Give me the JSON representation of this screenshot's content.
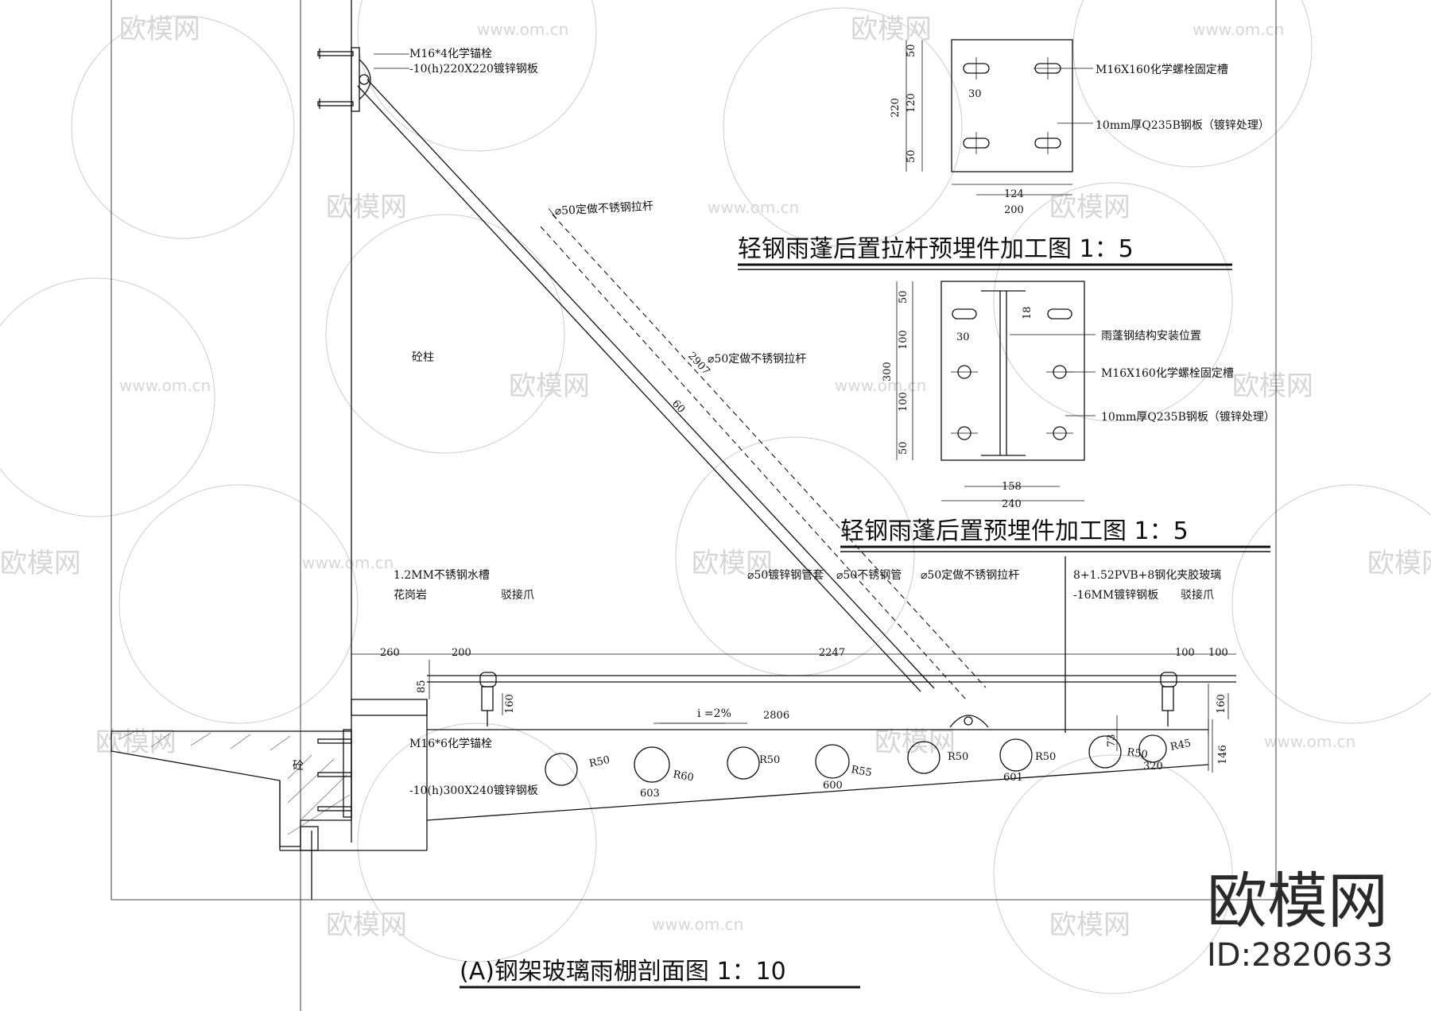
{
  "titles": {
    "plate1": "轻钢雨蓬后置拉杆预埋件加工图 1：5",
    "plate2": "轻钢雨蓬后置预埋件加工图 1：5",
    "section": "(A)钢架玻璃雨棚剖面图 1：10"
  },
  "plate1": {
    "dims": {
      "d50a": "50",
      "d120": "120",
      "d50b": "50",
      "d220": "220",
      "d30": "30",
      "d124": "124",
      "d200": "200"
    },
    "labels": {
      "bolt": "M16X160化学螺栓固定槽",
      "plate": "10mm厚Q235B钢板（镀锌处理）"
    }
  },
  "plate2": {
    "dims": {
      "d50a": "50",
      "d100a": "100",
      "d100b": "100",
      "d50b": "50",
      "d300": "300",
      "d30": "30",
      "d18": "18",
      "d158": "158",
      "d240": "240"
    },
    "labels": {
      "pos": "雨蓬钢结构安装位置",
      "bolt": "M16X160化学螺栓固定槽",
      "plate": "10mm厚Q235B钢板（镀锌处理）"
    }
  },
  "section": {
    "labels": {
      "anchor_top": "M16*4化学锚栓",
      "plate_top": "-10(h)220X220镀锌钢板",
      "rod1": "⌀50定做不锈钢拉杆",
      "rod2": "⌀50定做不锈钢拉杆",
      "column": "砼柱",
      "gutter": "1.2MM不锈钢水槽",
      "granite": "花岗岩",
      "claw_l": "驳接爪",
      "tube_a": "⌀50镀锌钢管套",
      "tube_b": "⌀50不锈钢管",
      "rod3": "⌀50定做不锈钢拉杆",
      "glass": "8+1.52PVB+8钢化夹胶玻璃",
      "plate16": "-16MM镀锌钢板",
      "claw_r": "驳接爪",
      "anchor_bot": "M16*6化学锚栓",
      "plate_bot": "-10(h)300X240镀锌钢板",
      "conc": "砼",
      "slope": "i =2%"
    },
    "dims": {
      "d260": "260",
      "d200": "200",
      "d2247": "2247",
      "d100a": "100",
      "d100b": "100",
      "d85": "85",
      "d160l": "160",
      "d160r": "160",
      "d2806": "2806",
      "d73": "73",
      "d146": "146",
      "d2907": "2907",
      "d60": "60",
      "d603": "603",
      "d600": "600",
      "d601": "601",
      "d320": "320"
    },
    "radii": [
      "R50",
      "R60",
      "R50",
      "R55",
      "R50",
      "R50",
      "R50",
      "R45"
    ]
  },
  "watermark": {
    "brand": "欧模网",
    "url": "www.om.cn",
    "id": "ID:2820633"
  }
}
